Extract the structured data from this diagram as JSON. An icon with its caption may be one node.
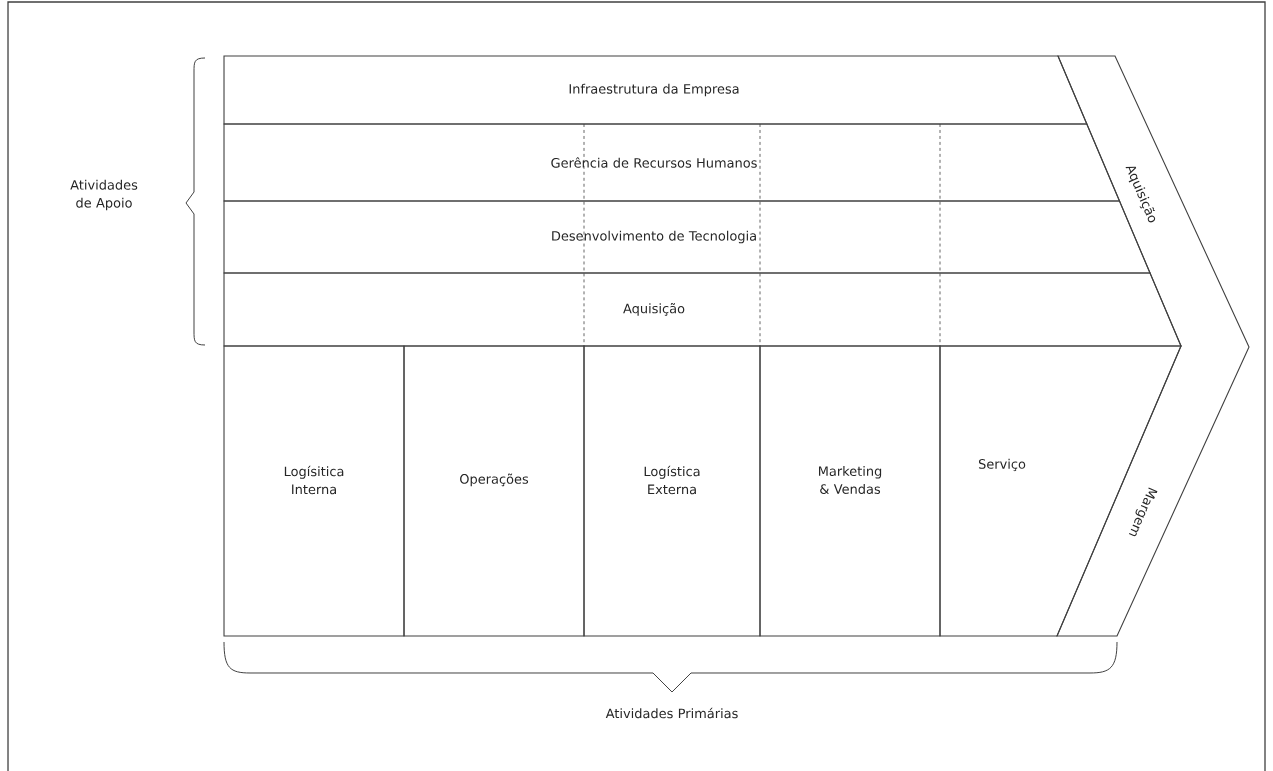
{
  "diagram": {
    "nodes": [
      {
        "text": [
          "Infraestrutura da Empresa"
        ]
      },
      {
        "text": [
          "Gerência de Recursos Humanos"
        ]
      },
      {
        "text": [
          "Desenvolvimento de Tecnologia"
        ]
      },
      {
        "text": [
          "Aquisição"
        ]
      },
      {
        "text": [
          "Logísitica Interna"
        ]
      },
      {
        "text": [
          "Operações"
        ]
      },
      {
        "text": [
          "Logística Externa"
        ]
      },
      {
        "text": [
          "Marketing & Vendas"
        ]
      },
      {
        "text": [
          "Serviço"
        ]
      },
      {
        "text": [
          "Aquisição",
          "Margem"
        ]
      }
    ],
    "labels": [
      "Atividades de Apoio",
      "Atividades Primárias"
    ]
  }
}
